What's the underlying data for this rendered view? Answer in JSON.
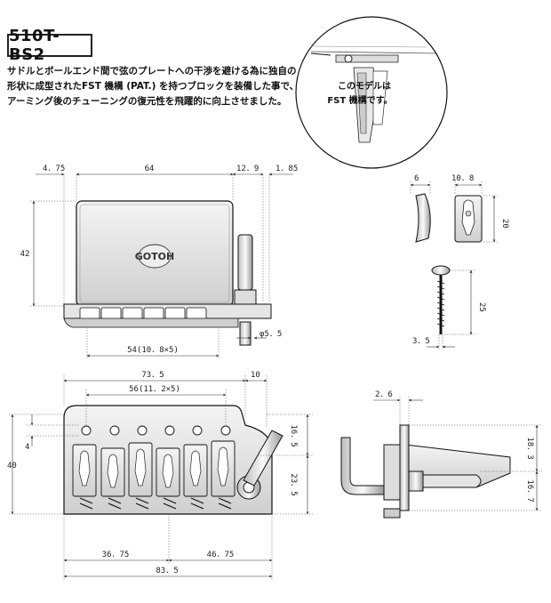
{
  "model": "510T-BS2",
  "description": [
    "サドルとボールエンド間で弦のプレートへの干渉を避ける為に独自の",
    "形状に成型されたFST 機構 (PAT.) を持つブロックを装備した事で、",
    "アーミング後のチューニングの復元性を飛躍的に向上させました。"
  ],
  "inset_caption": [
    "このモデルは",
    "FST 機構です。"
  ],
  "logo_text": "GOTOH",
  "dims": {
    "d_4_75": "4．75",
    "d_64": "64",
    "d_12_9": "12．9",
    "d_1_85": "1．85",
    "d_42": "42",
    "d_54": "54(10．8×5)",
    "d_phi5_5": "φ5．5",
    "d_6": "6",
    "d_10_8": "10．8",
    "d_20": "20",
    "d_25": "25",
    "d_3_5": "3．5",
    "d_73_5": "73．5",
    "d_10": "10",
    "d_56": "56(11．2×5)",
    "d_40": "40",
    "d_4": "4",
    "d_16_5": "16．5",
    "d_23_5": "23．5",
    "d_36_75": "36．75",
    "d_46_75": "46．75",
    "d_83_5": "83．5",
    "d_2_6": "2．6",
    "d_18_3": "18．3",
    "d_16_7": "16．7"
  }
}
